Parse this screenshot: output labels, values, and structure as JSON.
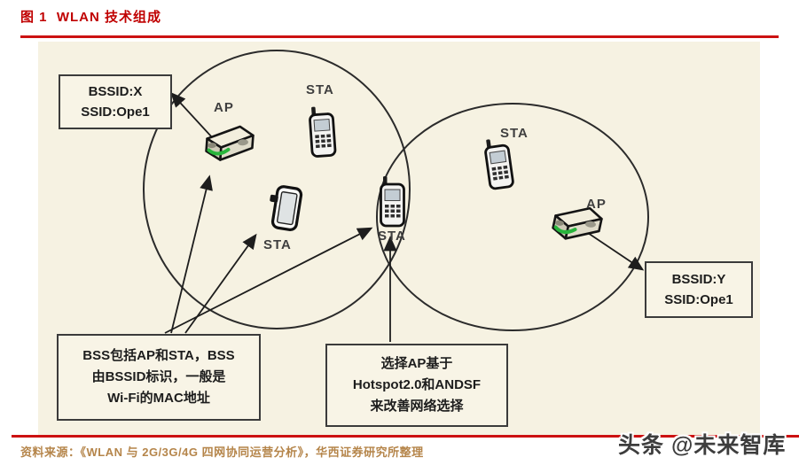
{
  "figure": {
    "title": "图 1  WLAN 技术组成",
    "source": "资料来源：《WLAN 与 2G/3G/4G 四网协同运营分析》，华西证券研究所整理",
    "watermark": "头条 @未来智库"
  },
  "boxes": {
    "bss_x": {
      "line1": "BSSID:X",
      "line2": "SSID:Ope1"
    },
    "bss_y": {
      "line1": "BSSID:Y",
      "line2": "SSID:Ope1"
    },
    "bss_note": {
      "line1": "BSS包括AP和STA，BSS",
      "line2": "由BSSID标识，一般是",
      "line3": "Wi-Fi的MAC地址"
    },
    "hotspot_note": {
      "line1": "选择AP基于",
      "line2": "Hotspot2.0和ANDSF",
      "line3": "来改善网络选择"
    }
  },
  "devices": {
    "ap_left": {
      "label": "AP"
    },
    "ap_right": {
      "label": "AP"
    },
    "sta_top": {
      "label": "STA"
    },
    "sta_mid": {
      "label": "STA"
    },
    "sta_overlap": {
      "label": "STA"
    },
    "sta_right": {
      "label": "STA"
    }
  },
  "colors": {
    "title_red": "#c00000",
    "rule_red": "#cc1111",
    "source_brown": "#b5854a",
    "diagram_background": "#f6f2e2",
    "box_border": "#3b3b3b",
    "line_black": "#1d1d1d",
    "ap_led_green": "#28b43c"
  }
}
